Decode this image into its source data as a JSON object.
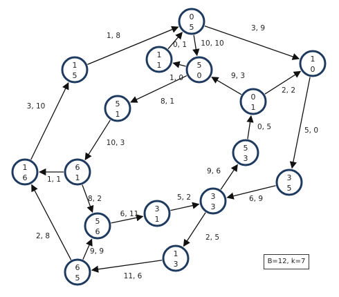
{
  "graph": {
    "nodes": [
      {
        "id": "n0",
        "top": "0",
        "bottom": "5"
      },
      {
        "id": "n1",
        "top": "1",
        "bottom": "5"
      },
      {
        "id": "n2",
        "top": "1",
        "bottom": "1"
      },
      {
        "id": "n3",
        "top": "5",
        "bottom": "0"
      },
      {
        "id": "n4",
        "top": "1",
        "bottom": "0"
      },
      {
        "id": "n5",
        "top": "5",
        "bottom": "1"
      },
      {
        "id": "n6",
        "top": "0",
        "bottom": "1"
      },
      {
        "id": "n7",
        "top": "1",
        "bottom": "6"
      },
      {
        "id": "n8",
        "top": "6",
        "bottom": "1"
      },
      {
        "id": "n9",
        "top": "5",
        "bottom": "3"
      },
      {
        "id": "n10",
        "top": "3",
        "bottom": "5"
      },
      {
        "id": "n11",
        "top": "3",
        "bottom": "3"
      },
      {
        "id": "n12",
        "top": "3",
        "bottom": "1"
      },
      {
        "id": "n13",
        "top": "5",
        "bottom": "6"
      },
      {
        "id": "n14",
        "top": "1",
        "bottom": "3"
      },
      {
        "id": "n15",
        "top": "6",
        "bottom": "5"
      }
    ],
    "edges": [
      {
        "from": "n1",
        "to": "n0",
        "label": "1, 8"
      },
      {
        "from": "n0",
        "to": "n4",
        "label": "3, 9"
      },
      {
        "from": "n2",
        "to": "n0",
        "label": "0, 1"
      },
      {
        "from": "n0",
        "to": "n3",
        "label": "10, 10"
      },
      {
        "from": "n3",
        "to": "n2",
        "label": "1, 0"
      },
      {
        "from": "n6",
        "to": "n3",
        "label": "9, 3"
      },
      {
        "from": "n6",
        "to": "n4",
        "label": "2, 2"
      },
      {
        "from": "n4",
        "to": "n10",
        "label": "5, 0"
      },
      {
        "from": "n3",
        "to": "n5",
        "label": "8, 1"
      },
      {
        "from": "n7",
        "to": "n1",
        "label": "3, 10"
      },
      {
        "from": "n5",
        "to": "n8",
        "label": "10, 3"
      },
      {
        "from": "n8",
        "to": "n7",
        "label": "1, 1"
      },
      {
        "from": "n8",
        "to": "n13",
        "label": "8, 2"
      },
      {
        "from": "n9",
        "to": "n6",
        "label": "0, 5"
      },
      {
        "from": "n11",
        "to": "n9",
        "label": "9, 6"
      },
      {
        "from": "n10",
        "to": "n11",
        "label": "6, 9"
      },
      {
        "from": "n12",
        "to": "n11",
        "label": "5, 2"
      },
      {
        "from": "n13",
        "to": "n12",
        "label": "6, 11"
      },
      {
        "from": "n11",
        "to": "n14",
        "label": "2, 5"
      },
      {
        "from": "n14",
        "to": "n15",
        "label": "11, 6"
      },
      {
        "from": "n15",
        "to": "n13",
        "label": "9, 9"
      },
      {
        "from": "n15",
        "to": "n7",
        "label": "2, 8"
      }
    ]
  },
  "info_box": {
    "text": "B=12, k=7"
  }
}
